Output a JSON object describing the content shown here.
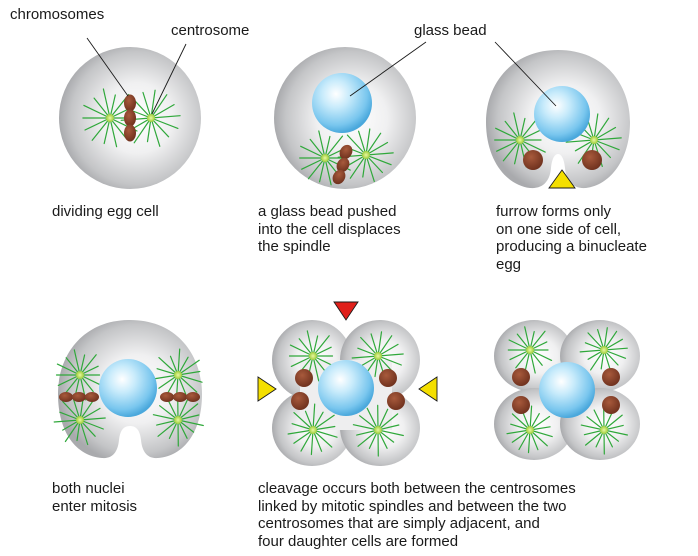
{
  "labels": {
    "chromosomes": "chromosomes",
    "centrosome": "centrosome",
    "glass_bead": "glass bead"
  },
  "captions": {
    "panel1": [
      "dividing egg cell"
    ],
    "panel2": [
      "a glass bead pushed",
      "into the cell displaces",
      "the spindle"
    ],
    "panel3": [
      "furrow forms only",
      "on one side of cell,",
      "producing a binucleate",
      "egg"
    ],
    "panel4": [
      "both nuclei",
      "enter mitosis"
    ],
    "panel56": [
      "cleavage occurs both between the centrosomes",
      "linked by mitotic spindles and between the two",
      "centrosomes that are simply adjacent, and",
      "four daughter cells are formed"
    ]
  },
  "colors": {
    "cell_gray": "#c8c9cb",
    "bead_blue": "#8fd0f2",
    "spindle_green": "#2fa83a",
    "nucleus_brown": "#7b3a26",
    "arrow_red": "#e0201b",
    "arrow_yellow": "#f4df00"
  }
}
